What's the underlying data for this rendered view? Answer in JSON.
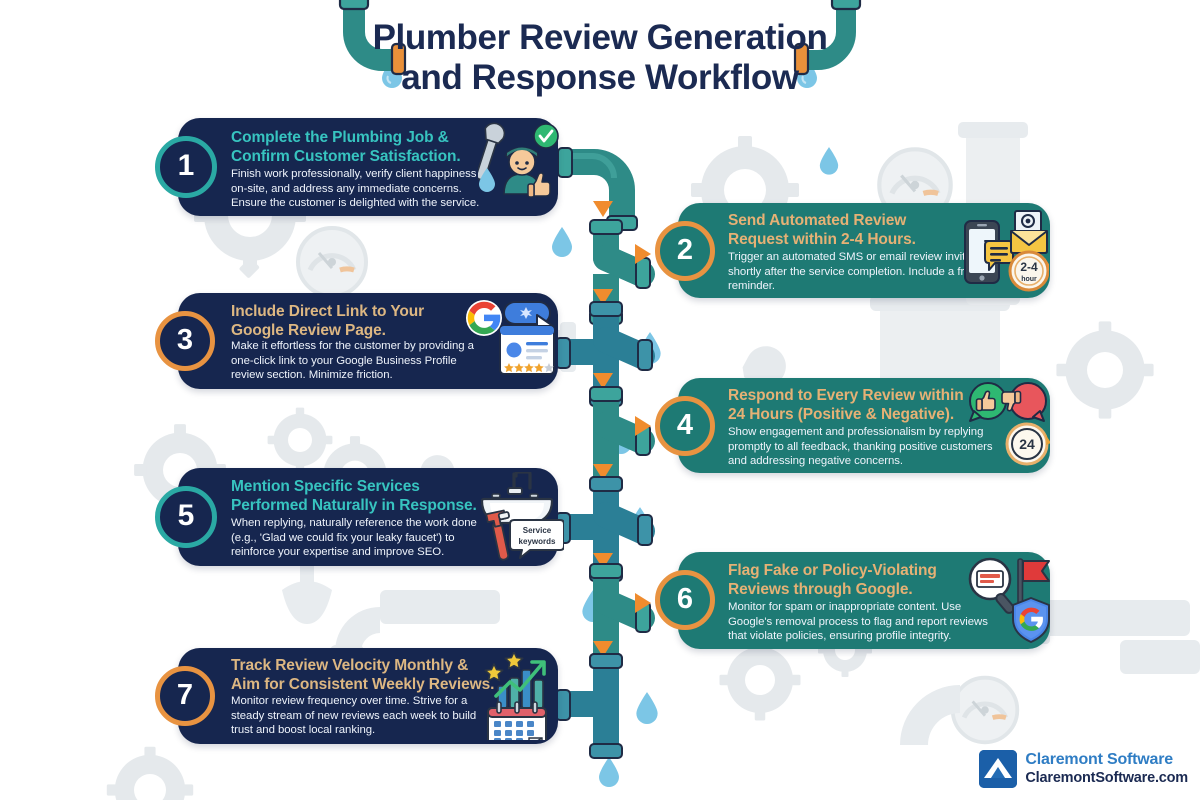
{
  "header": {
    "title_line1": "Plumber Review Generation",
    "title_line2": "and Response Workflow",
    "left_pipe_icon": "pipe-elbow-icon",
    "right_pipe_icon": "pipe-elbow-icon",
    "left_drop_icon": "water-drop-icon",
    "right_drop_icon": "water-drop-icon"
  },
  "colors": {
    "navy_card": "#16264f",
    "teal_card": "#1e7a74",
    "accent_teal": "#37c4c0",
    "accent_orange": "#e89341",
    "title_navy": "#1b2a52",
    "gold_text": "#e6b175",
    "background": "#ffffff",
    "pipe_teal": "#2e8b87",
    "pipe_dark": "#1f6f8c",
    "droplet_blue": "#79c6e8"
  },
  "steps": [
    {
      "number": "1",
      "title_line1": "Complete the Plumbing Job &",
      "title_line2": "Confirm Customer Satisfaction.",
      "body": "Finish work professionally, verify client happiness on-site, and address any immediate concerns. Ensure the customer is delighted with the service.",
      "side": "left",
      "theme": "navy",
      "title_color": "#37c4c0",
      "ring_color": "#2aa9a4",
      "icons": [
        "wrench-icon",
        "plumber-avatar-icon",
        "green-check-icon",
        "water-drop-icon",
        "thumbs-up-icon"
      ]
    },
    {
      "number": "2",
      "title_line1": "Send Automated Review",
      "title_line2": "Request within 2-4 Hours.",
      "body": "Trigger an automated SMS or email review invitation shortly after the service completion. Include a friendly reminder.",
      "side": "right",
      "theme": "teal",
      "title_color": "#e6b175",
      "ring_color": "#e89341",
      "icons": [
        "smartphone-sms-icon",
        "envelope-mail-icon",
        "clock-2-4-hour-icon"
      ],
      "icon_labels": [
        "2-4",
        "hour"
      ]
    },
    {
      "number": "3",
      "title_line1": "Include Direct Link to Your",
      "title_line2": "Google Review Page.",
      "body": "Make it effortless for the customer by providing a one-click link to your Google Business Profile review section. Minimize friction.",
      "side": "left",
      "theme": "navy",
      "title_color": "#e6b175",
      "ring_color": "#e89341",
      "icons": [
        "google-g-icon",
        "cursor-click-icon",
        "review-card-icon",
        "star-rating-icon"
      ],
      "rating_stars": 4
    },
    {
      "number": "4",
      "title_line1": "Respond to Every Review within",
      "title_line2": "24 Hours (Positive & Negative).",
      "body": "Show engagement and professionalism by replying promptly to all feedback, thanking positive customers and addressing negative concerns.",
      "side": "right",
      "theme": "teal",
      "title_color": "#e6b175",
      "ring_color": "#e89341",
      "icons": [
        "thumbs-up-bubble-icon",
        "thumbs-down-bubble-icon",
        "clock-24-hour-icon"
      ],
      "icon_labels": [
        "24"
      ]
    },
    {
      "number": "5",
      "title_line1": "Mention Specific Services",
      "title_line2": "Performed Naturally in Response.",
      "body": "When replying, naturally reference the work done (e.g., 'Glad we could fix your leaky faucet') to reinforce your expertise and improve SEO.",
      "side": "left",
      "theme": "navy",
      "title_color": "#37c4c0",
      "ring_color": "#2aa9a4",
      "icons": [
        "sink-faucet-icon",
        "pipe-wrench-icon",
        "speech-bubble-icon"
      ],
      "icon_labels": [
        "Service",
        "keywords"
      ]
    },
    {
      "number": "6",
      "title_line1": "Flag Fake or Policy-Violating",
      "title_line2": "Reviews through Google.",
      "body": "Monitor for spam or inappropriate content. Use Google's removal process to flag and report reviews that violate policies, ensuring profile integrity.",
      "side": "right",
      "theme": "teal",
      "title_color": "#e6b175",
      "ring_color": "#e89341",
      "icons": [
        "magnifier-fake-review-icon",
        "red-flag-icon",
        "google-shield-icon"
      ]
    },
    {
      "number": "7",
      "title_line1": "Track Review Velocity Monthly &",
      "title_line2": "Aim for Consistent Weekly Reviews.",
      "body": "Monitor review frequency over time. Strive for a steady stream of new reviews each week to build trust and boost local ranking.",
      "side": "left",
      "theme": "navy",
      "title_color": "#e6b175",
      "ring_color": "#e89341",
      "icons": [
        "growth-chart-icon",
        "star-icon",
        "calendar-icon"
      ]
    }
  ],
  "footer": {
    "logo_name": "Claremont Software",
    "logo_url": "ClaremontSoftware.com",
    "logo_mark_icon": "mountain-chevron-logo-icon"
  }
}
